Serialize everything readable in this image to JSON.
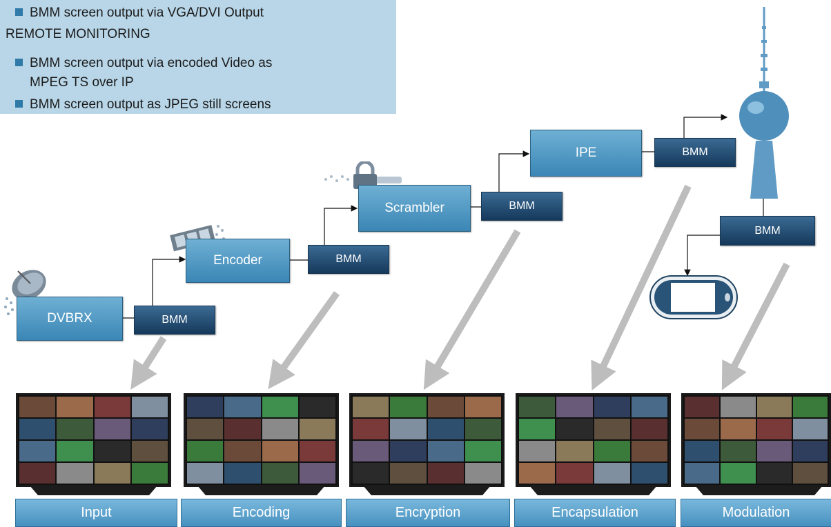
{
  "info_panel": {
    "line1": "BMM screen output via VGA/DVI Output",
    "heading": "REMOTE MONITORING",
    "line2a": "BMM screen output via encoded Video as",
    "line2b": "MPEG TS over IP",
    "line3": "BMM screen output as JPEG still screens"
  },
  "stages": {
    "dvbrx": "DVBRX",
    "encoder": "Encoder",
    "scrambler": "Scrambler",
    "ipe": "IPE"
  },
  "bmm_label": "BMM",
  "monitor_labels": [
    "Input",
    "Encoding",
    "Encryption",
    "Encapsulation",
    "Modulation"
  ],
  "colors": {
    "panel_bg": "#b8d6e8",
    "stage_blue": "#4a93c2",
    "bmm_navy": "#1c4468",
    "arrow_gray": "#bdbdbd",
    "tower_blue": "#5f9bc4"
  },
  "icons": [
    "satellite-dish-icon",
    "film-strip-icon",
    "padlock-icon",
    "tv-tower-icon",
    "handheld-device-icon",
    "monitor-icon"
  ]
}
